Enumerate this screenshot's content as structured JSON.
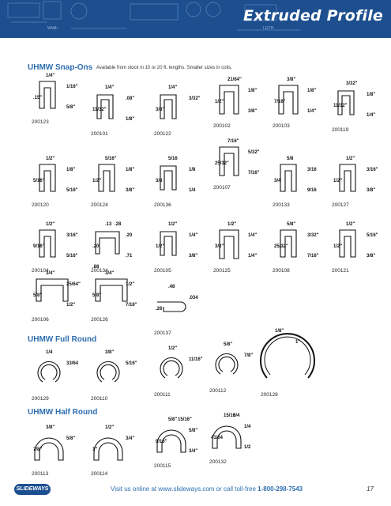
{
  "header": {
    "title": "Extruded Profile",
    "bg_labels": [
      "Width",
      "LGTH."
    ]
  },
  "sections": {
    "snap_ons": {
      "title": "UHMW Snap-Ons",
      "note": "Available from stock in 10 or 20 ft. lengths. Smaller sizes in coils."
    },
    "full_round": {
      "title": "UHMW Full Round"
    },
    "half_round": {
      "title": "UHMW Half Round"
    }
  },
  "parts": [
    {
      "id": "200123",
      "dims": [
        "1/4\"",
        "1/16\"",
        ".15\"",
        "5/8\""
      ]
    },
    {
      "id": "200101",
      "dims": [
        "1/4\"",
        ".08\"",
        "11/32\"",
        "1/8\""
      ]
    },
    {
      "id": "200122",
      "dims": [
        "1/4\"",
        "3/32\"",
        "3/8\""
      ]
    },
    {
      "id": "200102",
      "dims": [
        "21/64\"",
        "1/8\"",
        "1/2\"",
        "3/8\""
      ]
    },
    {
      "id": "200103",
      "dims": [
        "3/8\"",
        "1/8\"",
        "7/16\"",
        "1/4\""
      ]
    },
    {
      "id": "200119",
      "dims": [
        "3/32\"",
        "1/8\"",
        "11/32\"",
        "1/4\""
      ]
    },
    {
      "id": "200120",
      "dims": [
        "1/2\"",
        "1/8\"",
        "5/16\"",
        "5/16\""
      ]
    },
    {
      "id": "200124",
      "dims": [
        "5/16\"",
        "1/8\"",
        "1/2\"",
        "3/8\""
      ]
    },
    {
      "id": "200136",
      "dims": [
        "5/16",
        "1/8",
        "3/8",
        "1/4"
      ]
    },
    {
      "id": "200107",
      "dims": [
        "7/16\"",
        "5/32\"",
        "25/32\"",
        "7/16\""
      ]
    },
    {
      "id": "200133",
      "dims": [
        "5/8",
        "3/16",
        "3/4",
        "9/16"
      ]
    },
    {
      "id": "200127",
      "dims": [
        "1/2\"",
        "3/16\"",
        "1/2\"",
        "3/8\""
      ]
    },
    {
      "id": "200104",
      "dims": [
        "1/2\"",
        "3/16\"",
        "9/16\"",
        "5/16\""
      ]
    },
    {
      "id": "200134",
      "dims": [
        ".13",
        ".20",
        ".20",
        ".71",
        ".28",
        ".88"
      ]
    },
    {
      "id": "200105",
      "dims": [
        "1/2\"",
        "1/4\"",
        "1/2\"",
        "3/8\""
      ]
    },
    {
      "id": "200125",
      "dims": [
        "1/2\"",
        "1/4\"",
        "3/8\"",
        "1/4\""
      ]
    },
    {
      "id": "200108",
      "dims": [
        "5/8\"",
        "3/32\"",
        "25/32\"",
        "7/16\""
      ]
    },
    {
      "id": "200121",
      "dims": [
        "1/2\"",
        "5/16\"",
        "1/2\"",
        "3/8\""
      ]
    },
    {
      "id": "200106",
      "dims": [
        "3/4\"",
        "25/64\"",
        "5/8\"",
        "1/2\""
      ]
    },
    {
      "id": "200126",
      "dims": [
        "3/4\"",
        "1/2\"",
        "5/8\"",
        "7/16\""
      ]
    },
    {
      "id": "200137",
      "dims": [
        ".48",
        ".034",
        ".26"
      ]
    },
    {
      "id": "200129",
      "dims": [
        "1/4",
        "33/64"
      ]
    },
    {
      "id": "200110",
      "dims": [
        "3/8\"",
        "5/16\""
      ]
    },
    {
      "id": "200111",
      "dims": [
        "1/2\"",
        "11/16\""
      ]
    },
    {
      "id": "200112",
      "dims": [
        "5/8\"",
        "7/8\""
      ]
    },
    {
      "id": "200128",
      "dims": [
        "1/8\"",
        "1\""
      ]
    },
    {
      "id": "200113",
      "dims": [
        "3/8\"",
        "5/8\"",
        "7/8\""
      ]
    },
    {
      "id": "200114",
      "dims": [
        "1/2\"",
        "3/4\"",
        "1\""
      ]
    },
    {
      "id": "200115",
      "dims": [
        "5/8\"",
        "5/8\"",
        "9/16\"",
        "3/4\"",
        "15/16\""
      ]
    },
    {
      "id": "200132",
      "dims": [
        "15/16",
        "1/4",
        "41/64",
        "1/2",
        "3/4"
      ]
    }
  ],
  "footer": {
    "logo": "SLIDEWAYS",
    "text": "Visit us online at www.slideways.com or call toll-free ",
    "phone": "1-800-298-7543",
    "page": "17"
  },
  "colors": {
    "banner": "#1d4f8f",
    "accent": "#2f6fb1"
  }
}
